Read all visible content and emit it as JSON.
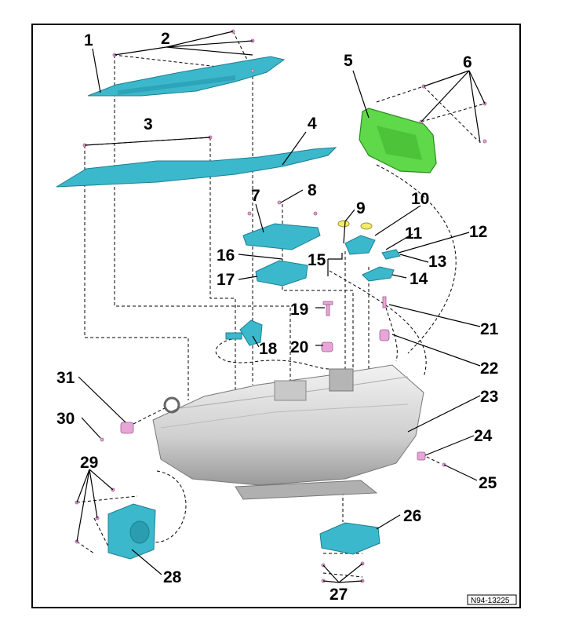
{
  "diagram": {
    "callouts": [
      {
        "id": "1",
        "text": "1"
      },
      {
        "id": "2",
        "text": "2"
      },
      {
        "id": "3",
        "text": "3"
      },
      {
        "id": "4",
        "text": "4"
      },
      {
        "id": "5",
        "text": "5"
      },
      {
        "id": "6",
        "text": "6"
      },
      {
        "id": "7",
        "text": "7"
      },
      {
        "id": "8",
        "text": "8"
      },
      {
        "id": "9",
        "text": "9"
      },
      {
        "id": "10",
        "text": "10"
      },
      {
        "id": "11",
        "text": "11"
      },
      {
        "id": "12",
        "text": "12"
      },
      {
        "id": "13",
        "text": "13"
      },
      {
        "id": "14",
        "text": "14"
      },
      {
        "id": "15",
        "text": "15"
      },
      {
        "id": "16",
        "text": "16"
      },
      {
        "id": "17",
        "text": "17"
      },
      {
        "id": "18",
        "text": "18"
      },
      {
        "id": "19",
        "text": "19"
      },
      {
        "id": "20",
        "text": "20"
      },
      {
        "id": "21",
        "text": "21"
      },
      {
        "id": "22",
        "text": "22"
      },
      {
        "id": "23",
        "text": "23"
      },
      {
        "id": "24",
        "text": "24"
      },
      {
        "id": "25",
        "text": "25"
      },
      {
        "id": "26",
        "text": "26"
      },
      {
        "id": "27",
        "text": "27"
      },
      {
        "id": "28",
        "text": "28"
      },
      {
        "id": "29",
        "text": "29"
      },
      {
        "id": "30",
        "text": "30"
      },
      {
        "id": "31",
        "text": "31"
      }
    ],
    "reference": "N94-13225"
  },
  "colors": {
    "trim": "#3cb8cc",
    "bracket": "#5fd84a",
    "fastener": "#e8a6d8",
    "housing": "#d6d6d6"
  }
}
